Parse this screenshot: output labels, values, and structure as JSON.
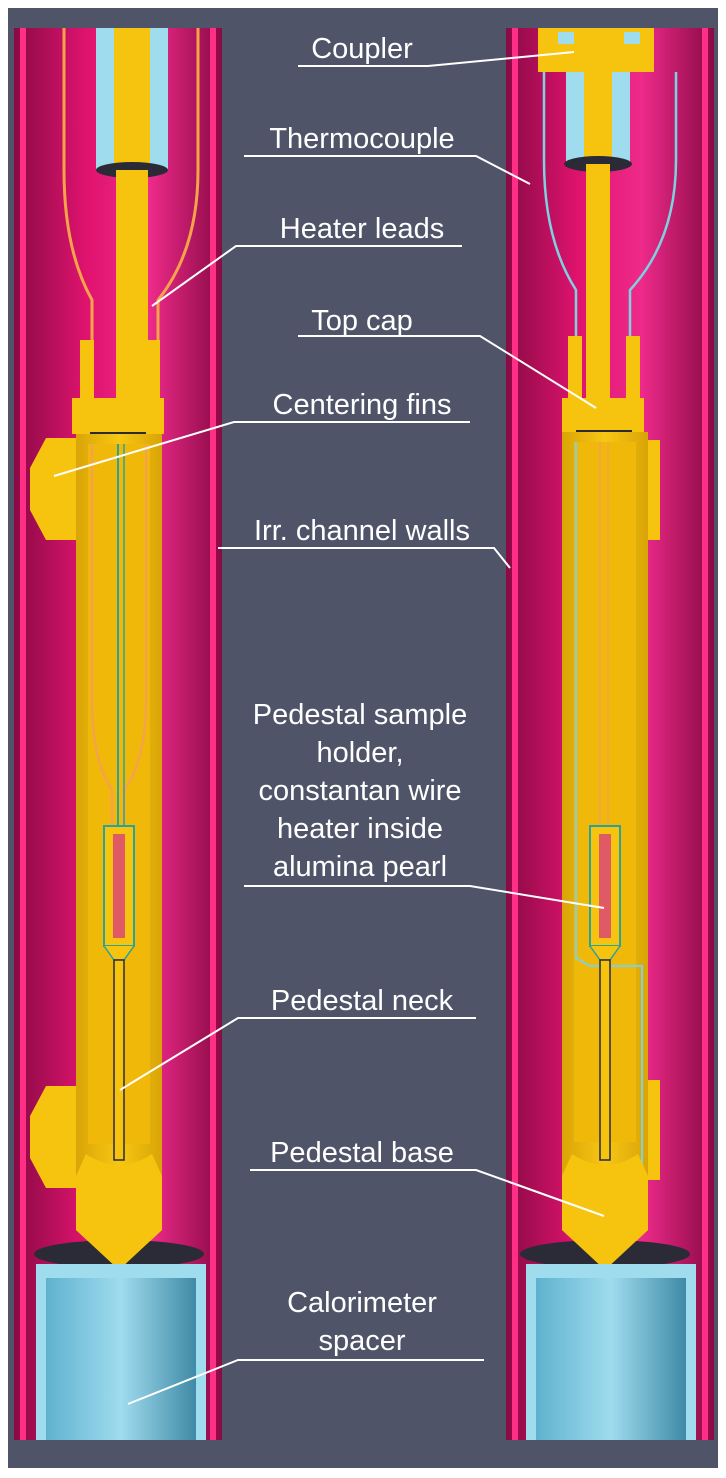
{
  "labels": {
    "coupler": "Coupler",
    "thermocouple": "Thermocouple",
    "heater_leads": "Heater leads",
    "top_cap": "Top cap",
    "centering_fins": "Centering fins",
    "channel_walls": "Irr. channel walls",
    "sample_holder": [
      "Pedestal sample",
      "holder,",
      "constantan wire",
      "heater inside",
      "alumina pearl"
    ],
    "pedestal_neck": "Pedestal neck",
    "pedestal_base": "Pedestal base",
    "calorimeter_spacer": [
      "Calorimeter",
      "spacer"
    ]
  },
  "colors": {
    "background": "#4f5469",
    "channel_outer": "#e0136f",
    "channel_inner": "#9c0d4e",
    "holder_gold": "#f6c40f",
    "holder_shade": "#c99a06",
    "spacer_blue": "#8fd0e6",
    "heater_wire": "#f5a34a",
    "thermocouple_wire": "#7fd0e0",
    "sample_red": "#e05a66",
    "label_text": "#ffffff"
  }
}
